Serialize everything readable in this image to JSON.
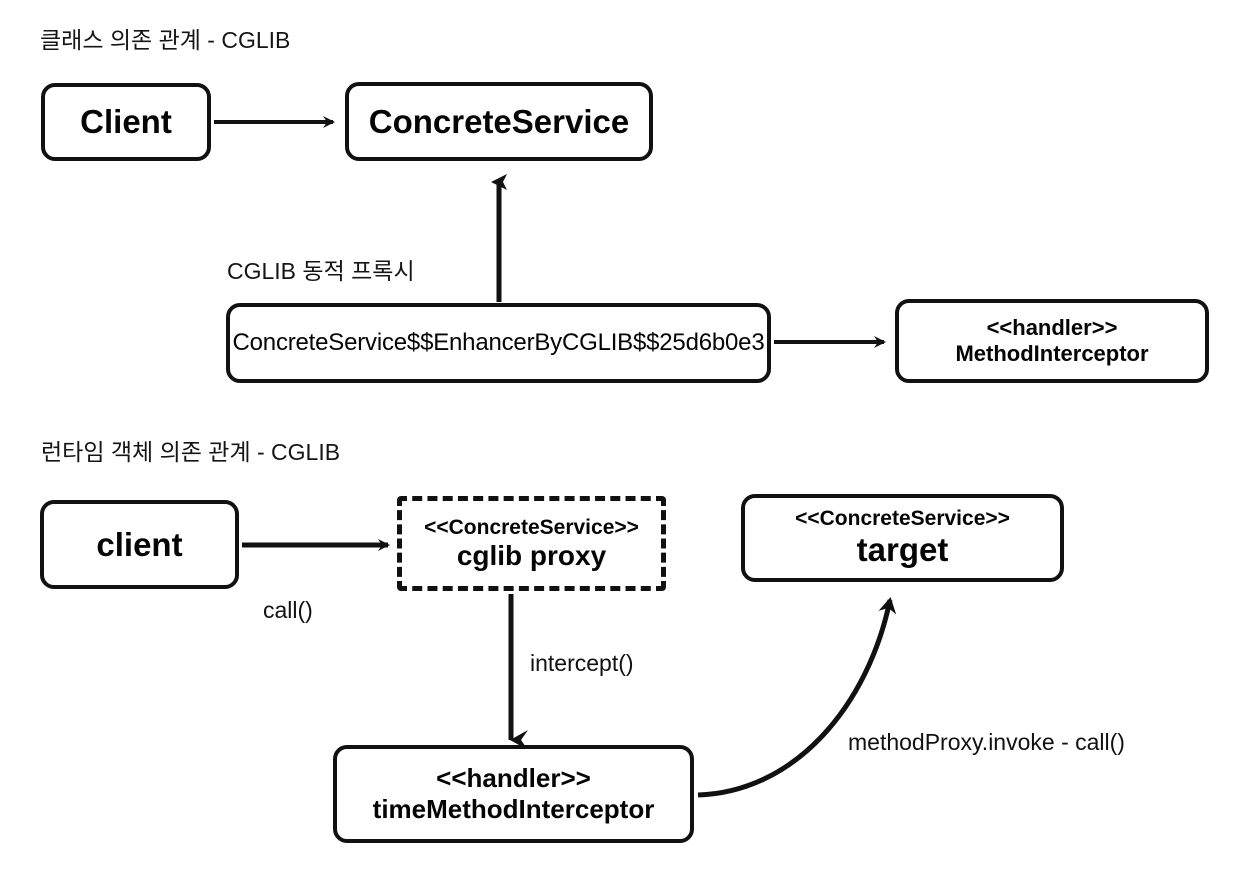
{
  "diagram": {
    "title": "CGLIB proxy class and runtime dependency diagram",
    "background_color": "#ffffff",
    "stroke_color": "#111111",
    "sections": [
      {
        "id": "class-dependency",
        "title": "클래스 의존 관계 - CGLIB"
      },
      {
        "id": "cglib-dynamic-proxy",
        "title": "CGLIB 동적 프록시"
      },
      {
        "id": "runtime-dependency",
        "title": "런타임 객체 의존 관계 - CGLIB"
      }
    ],
    "nodes": [
      {
        "id": "client-class",
        "stereotype": "",
        "label": "Client",
        "border": "solid"
      },
      {
        "id": "concrete-service",
        "stereotype": "",
        "label": "ConcreteService",
        "border": "solid"
      },
      {
        "id": "cglib-enhanced",
        "stereotype": "",
        "label": "ConcreteService$$EnhancerByCGLIB$$25d6b0e3",
        "border": "solid"
      },
      {
        "id": "method-interceptor",
        "stereotype": "<<handler>>",
        "label": "MethodInterceptor",
        "border": "solid"
      },
      {
        "id": "client-runtime",
        "stereotype": "",
        "label": "client",
        "border": "solid"
      },
      {
        "id": "cglib-proxy",
        "stereotype": "<<ConcreteService>>",
        "label": "cglib proxy",
        "border": "dashed"
      },
      {
        "id": "target",
        "stereotype": "<<ConcreteService>>",
        "label": "target",
        "border": "solid"
      },
      {
        "id": "time-interceptor",
        "stereotype": "<<handler>>",
        "label": "timeMethodInterceptor",
        "border": "solid"
      }
    ],
    "edge_labels": [
      {
        "id": "call",
        "text": "call()"
      },
      {
        "id": "intercept",
        "text": "intercept()"
      },
      {
        "id": "method-proxy-invoke",
        "text": "methodProxy.invoke - call()"
      }
    ]
  }
}
